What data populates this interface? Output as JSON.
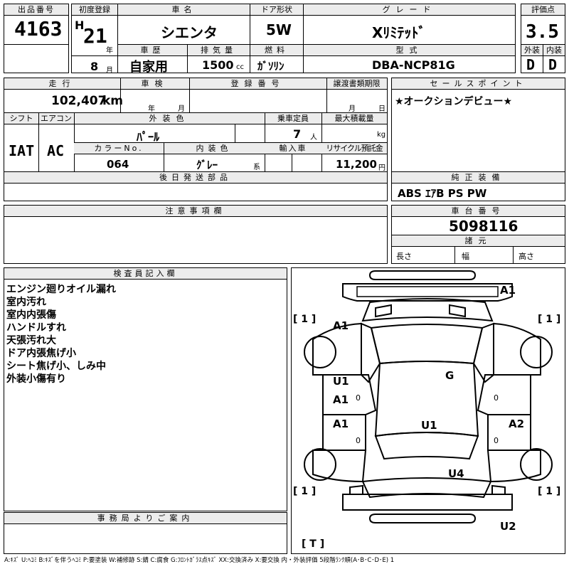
{
  "header": {
    "lot_label": "出品番号",
    "lot_value": "4163",
    "first_reg_label": "初度登録",
    "era": "H",
    "year": "21",
    "year_unit": "年",
    "month": "8",
    "month_unit": "月",
    "car_name_label": "車名",
    "car_name": "シエンタ",
    "doors_label": "ドア形状",
    "doors": "5W",
    "grade_label": "グレード",
    "grade": "Xﾘﾐﾃｯﾄﾞ",
    "score_label": "評価点",
    "score": "3.5",
    "history_label": "車歴",
    "history": "自家用",
    "displacement_label": "排気量",
    "displacement": "1500",
    "displacement_unit": "cc",
    "fuel_label": "燃料",
    "fuel": "ｶﾞｿﾘﾝ",
    "model_label": "型式",
    "model": "DBA-NCP81G",
    "exterior_label": "外装",
    "exterior": "D",
    "interior_label": "内装",
    "interior": "D"
  },
  "details": {
    "mileage_label": "走行",
    "mileage": "102,407",
    "mileage_unit": "km",
    "inspection_label": "車検",
    "insp_year_unit": "年",
    "insp_month_unit": "月",
    "reg_no_label": "登録番号",
    "transfer_label": "譲渡書類期限",
    "transfer_month_unit": "月",
    "transfer_day_unit": "日",
    "shift_label": "シフト",
    "shift": "IAT",
    "ac_label": "エアコン",
    "ac": "AC",
    "ext_color_label": "外装色",
    "ext_color": "ﾊﾟｰﾙ",
    "capacity_label": "乗車定員",
    "capacity": "7",
    "capacity_unit": "人",
    "max_load_label": "最大積載量",
    "max_load_unit": "kg",
    "color_no_label": "カラーNo.",
    "color_no": "064",
    "int_color_label": "内装色",
    "int_color": "ｸﾞﾚｰ",
    "int_color_unit": "系",
    "import_label": "輸入車",
    "recycle_label": "リサイクル預託金",
    "recycle": "11,200",
    "recycle_unit": "円",
    "later_parts_label": "後日発送部品",
    "notes_label": "注意事項欄"
  },
  "sales": {
    "label": "セールスポイント",
    "text": "★オークションデビュー★"
  },
  "equipment": {
    "label": "純正装備",
    "text": "ABS ｴｱB PS PW"
  },
  "chassis": {
    "label": "車台番号",
    "value": "5098116",
    "spec_label": "諸元",
    "length": "長さ",
    "width": "幅",
    "height": "高さ"
  },
  "inspector": {
    "label": "検査員記入欄",
    "notes": [
      "エンジン廻りオイル漏れ",
      "室内汚れ",
      "室内内張傷",
      "ハンドルすれ",
      "天張汚れ大",
      "ドア内張焦げ小",
      "シート焦げ小、しみ中",
      "外装小傷有り"
    ]
  },
  "office": {
    "label": "事務局よりご案内"
  },
  "diagram": {
    "marks": [
      "A1",
      "A1",
      "G",
      "U1",
      "A1",
      "A1",
      "U1",
      "A2",
      "U4",
      "U2"
    ],
    "brackets": [
      "[ 1 ]",
      "[ 1 ]",
      "[ 1 ]",
      "[ 1 ]",
      "[ T ]"
    ],
    "zeros": [
      "0",
      "0",
      "0",
      "0"
    ]
  },
  "legend": "A:ｷｽﾞ U:ﾍｺﾐ B:ｷｽﾞを伴うﾍｺﾐ P:要塗装 W:補修跡 S:錆 C:腐食 G:ﾌﾛﾝﾄｶﾞﾗｽ点ｷｽﾞ XX:交換済み X:要交換 内・外装評価 5段階ﾗﾝｸ順(A･B･C･D･E) 1"
}
